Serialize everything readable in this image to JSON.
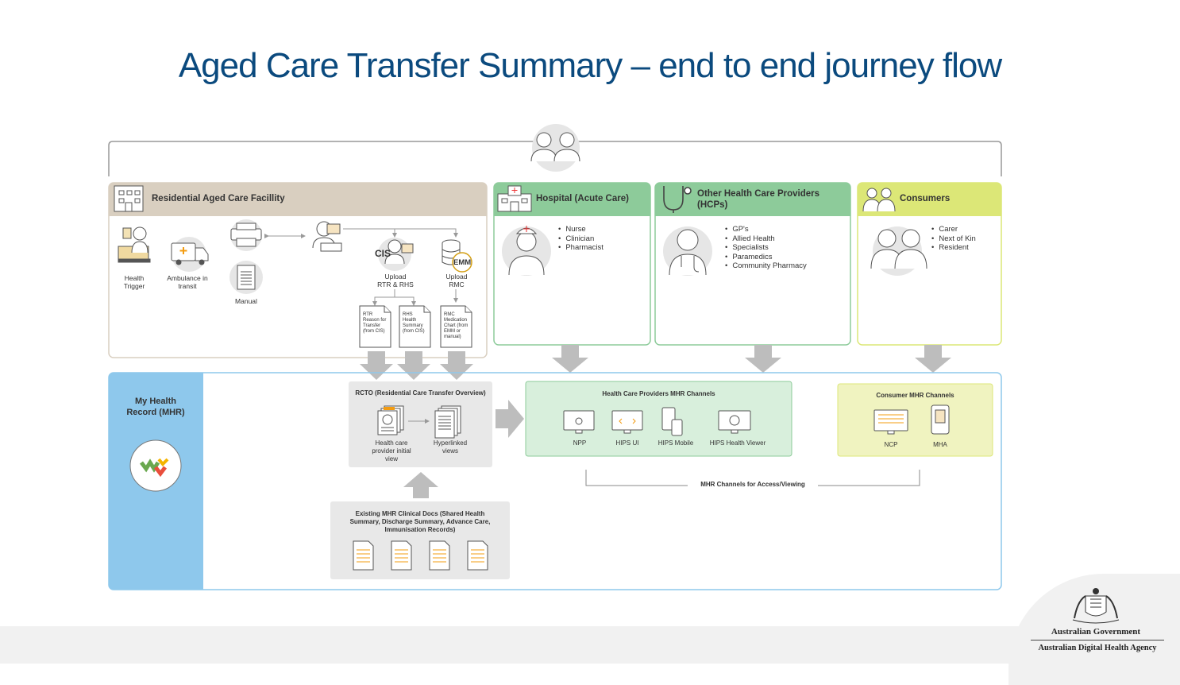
{
  "title": "Aged Care Transfer Summary – end to end journey flow",
  "racf": {
    "heading": "Residential Aged Care Facillity",
    "health_trigger": "Health Trigger",
    "ambulance": "Ambulance in transit",
    "manual": "Manual",
    "cis": "CIS",
    "emm": "EMM",
    "upload_rtr": "Upload RTR & RHS",
    "upload_rmc": "Upload RMC",
    "doc_rtr": "RTR Reason for Transfer (from CIS)",
    "doc_rhs": "RHS Health Summary (from CIS)",
    "doc_rmc": "RMC Medication Chart (from EMM or manual)"
  },
  "hospital": {
    "heading": "Hospital (Acute Care)",
    "items": [
      "Nurse",
      "Clinician",
      "Pharmacist"
    ]
  },
  "hcp": {
    "heading": "Other Health Care Providers (HCPs)",
    "items": [
      "GP's",
      "Allied Health",
      "Specialists",
      "Paramedics",
      "Community Pharmacy"
    ]
  },
  "consumers": {
    "heading": "Consumers",
    "items": [
      "Carer",
      "Next of Kin",
      "Resident"
    ]
  },
  "mhr": {
    "label": "My Health Record (MHR)",
    "rcto_title": "RCTO (Residential Care Transfer Overview)",
    "rcto_initial": "Health care provider initial view",
    "rcto_hyperlinked": "Hyperlinked views",
    "existing_title": "Existing MHR Clinical Docs (Shared Health Summary, Discharge Summary, Advance Care, Immunisation Records)",
    "hcp_channels_title": "Health Care Providers MHR Channels",
    "hcp_channels": [
      "NPP",
      "HIPS UI",
      "HIPS Mobile",
      "HIPS Health Viewer"
    ],
    "consumer_channels_title": "Consumer MHR Channels",
    "consumer_channels": [
      "NCP",
      "MHA"
    ],
    "access_label": "MHR Channels for Access/Viewing"
  },
  "footer": {
    "gov": "Australian Government",
    "agency": "Australian Digital Health Agency"
  },
  "colors": {
    "title": "#0b4a7e",
    "racf": "#d9cfc0",
    "hospital": "#8dcb9a",
    "consumers": "#dce777",
    "mhr": "#8ec8ec",
    "arrow": "#bdbdbd"
  }
}
